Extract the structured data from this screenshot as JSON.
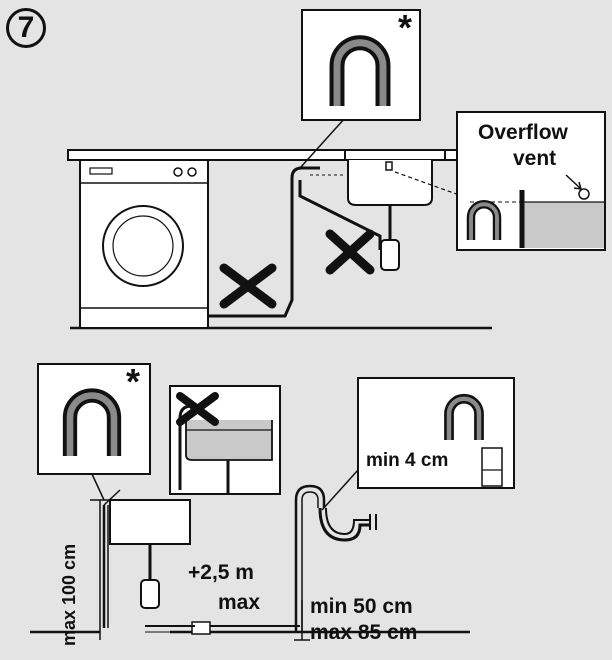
{
  "step_number": "7",
  "labels": {
    "asterisk": "*",
    "overflow_line1": "Overflow",
    "overflow_line2": "vent",
    "min_4cm": "min 4 cm",
    "max_100cm": "max 100 cm",
    "plus_2_5m": "+2,5 m",
    "max": "max",
    "min_50cm": "min 50 cm",
    "max_85cm": "max 85 cm"
  },
  "colors": {
    "background": "#e4e4e4",
    "line": "#111111",
    "panel": "#ffffff",
    "water": "#c9c9c9",
    "cross": "#111111"
  }
}
